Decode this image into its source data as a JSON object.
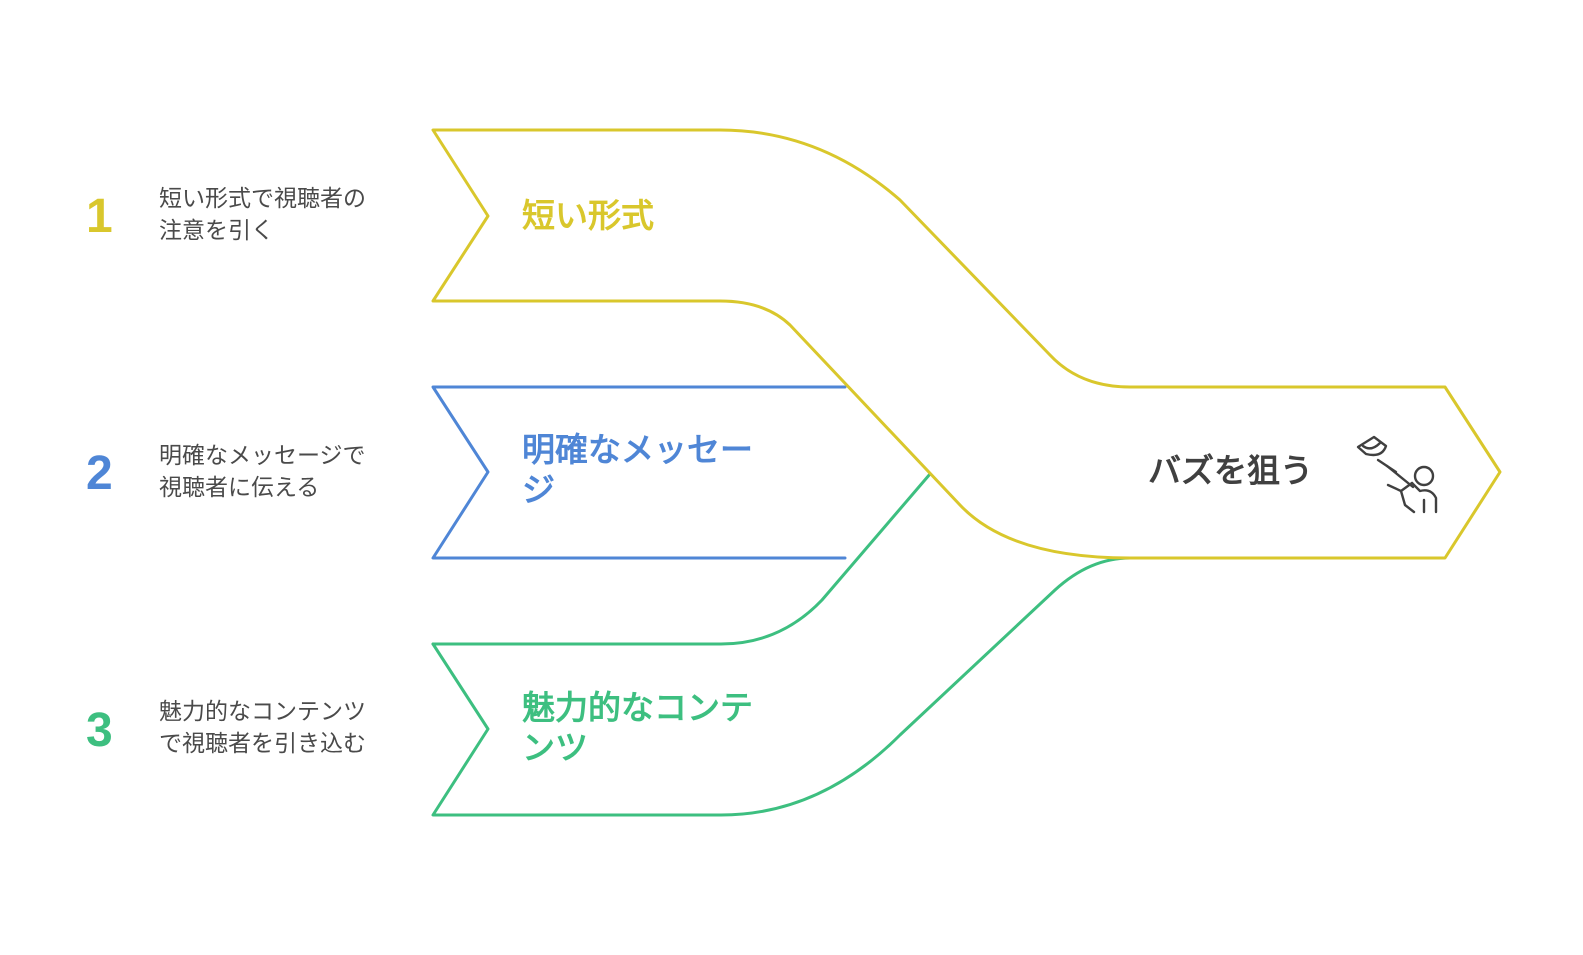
{
  "colors": {
    "yellow": "#D9C72C",
    "blue": "#4F86D6",
    "green": "#3DBF80",
    "text": "#4a4a4a",
    "goal_text": "#404040"
  },
  "steps": [
    {
      "number": "1",
      "description_lines": [
        "短い形式で視聴者の",
        "注意を引く"
      ],
      "label_lines": [
        "短い形式"
      ]
    },
    {
      "number": "2",
      "description_lines": [
        "明確なメッセージで",
        "視聴者に伝える"
      ],
      "label_lines": [
        "明確なメッセー",
        "ジ"
      ]
    },
    {
      "number": "3",
      "description_lines": [
        "魅力的なコンテンツ",
        "で視聴者を引き込む"
      ],
      "label_lines": [
        "魅力的なコンテ",
        "ンツ"
      ]
    }
  ],
  "goal": {
    "label": "バズを狙う",
    "icon": "archer-aiming-icon"
  }
}
